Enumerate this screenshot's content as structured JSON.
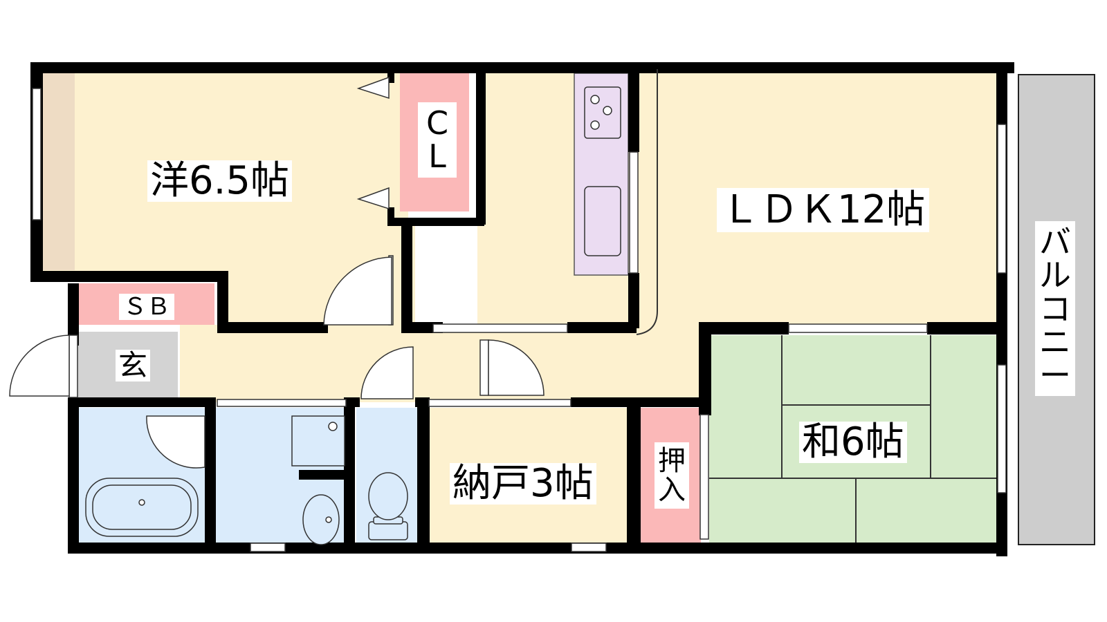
{
  "plan": {
    "rooms": {
      "western_room": "洋6.5帖",
      "closet": [
        "C",
        "L"
      ],
      "ldk": "ＬＤＫ12帖",
      "shoe_box": "ＳＢ",
      "entrance": "玄",
      "storage_room": "納戸3帖",
      "oshiire": [
        "押",
        "入"
      ],
      "japanese_room": "和6帖",
      "balcony": [
        "バ",
        "ル",
        "コ",
        "ニ",
        "ー"
      ]
    },
    "colors": {
      "flooring": "#FDF1CF",
      "closet_storage": "#FBB8B8",
      "kitchen_counter": "#EBDCF2",
      "wet_area": "#DAEBFB",
      "tatami": "#D6EBCA",
      "balcony_floor": "#CDCDCD",
      "entrance_floor": "#D3D3D3",
      "window_frame": "#EEDCC4",
      "wall": "#000000"
    }
  }
}
